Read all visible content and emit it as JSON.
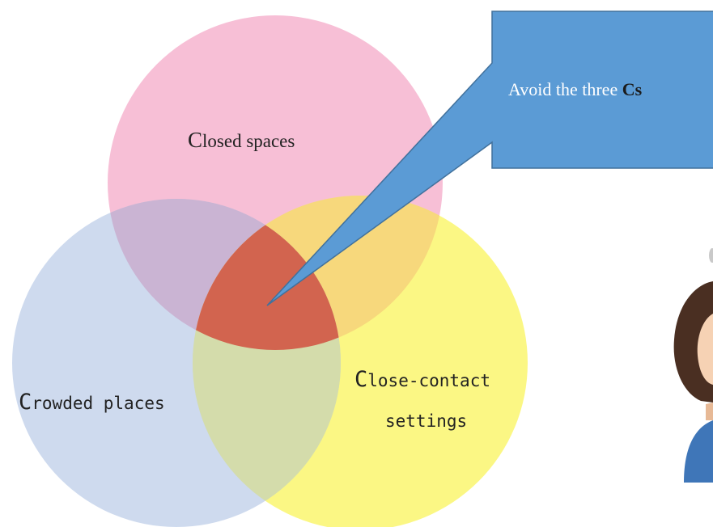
{
  "colors": {
    "closed_circle": "#f4a9c8",
    "crowded_circle": "#b7c9e6",
    "contact_circle": "#f9f455",
    "center_overlap": "#d2644f",
    "callout_fill": "#5b9bd5",
    "callout_stroke": "#41719c"
  },
  "circles": {
    "closed": {
      "first_letter": "C",
      "rest": "losed spaces"
    },
    "crowded": {
      "first_letter": "C",
      "rest": "rowded places"
    },
    "contact": {
      "first_letter": "C",
      "rest_line1": "lose-contact",
      "line2": "settings"
    }
  },
  "callout": {
    "prefix": "Avoid the three ",
    "emphasis": "Cs"
  },
  "illustration": {
    "icon": "person-icon"
  }
}
